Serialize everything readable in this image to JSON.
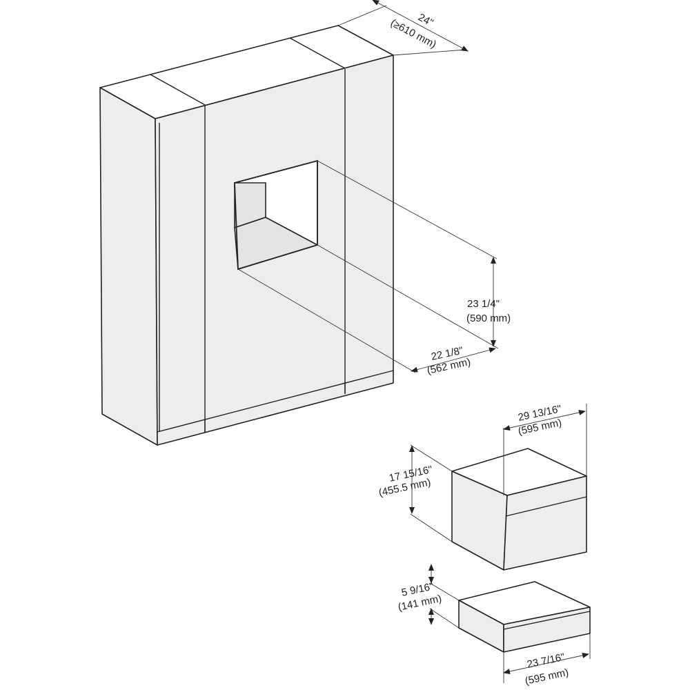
{
  "dimensions": {
    "cabinet_depth": {
      "imperial": "24\"",
      "metric": "(≥610 mm)"
    },
    "niche_height": {
      "imperial": "23 1/4\"",
      "metric": "(590 mm)"
    },
    "niche_width": {
      "imperial": "22 1/8\"",
      "metric": "(562 mm)"
    },
    "oven_width": {
      "imperial": "29 13/16\"",
      "metric": "(595 mm)"
    },
    "oven_height": {
      "imperial": "17 15/16\"",
      "metric": "(455.5 mm)"
    },
    "drawer_height": {
      "imperial": "5 9/16\"",
      "metric": "(141 mm)"
    },
    "drawer_width": {
      "imperial": "23 7/16\"",
      "metric": "(595 mm)"
    }
  }
}
